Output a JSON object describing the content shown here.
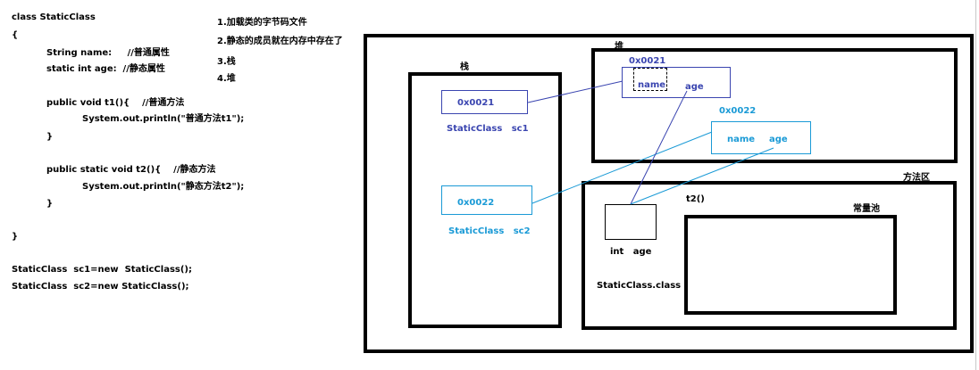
{
  "code": {
    "line1": "class StaticClass",
    "line2": "{",
    "line3": "String name:     //普通属性",
    "line4": "static int age:  //静态属性",
    "line5": "public void t1(){    //普通方法",
    "line6": "System.out.println(\"普通方法t1\");",
    "line7": "}",
    "line8": "public static void t2(){    //静态方法",
    "line9": "System.out.println(\"静态方法t2\");",
    "line10": "}",
    "line11": "}",
    "line12": "StaticClass  sc1=new  StaticClass();",
    "line13": "StaticClass  sc2=new StaticClass();"
  },
  "notes": {
    "n1": "1.加载类的字节码文件",
    "n2": "2.静态的成员就在内存中存在了",
    "n3": "3.栈",
    "n4": "4.堆"
  },
  "diagram": {
    "stack_label": "栈",
    "heap_label": "堆",
    "method_area_label": "方法区",
    "constant_pool_label": "常量池",
    "stack_ref1_value": "0x0021",
    "stack_ref1_name": "StaticClass   sc1",
    "stack_ref2_value": "0x0022",
    "stack_ref2_name": "StaticClass   sc2",
    "heap_obj1_addr": "0x0021",
    "heap_obj1_name": "name",
    "heap_obj1_age": "age",
    "heap_obj2_addr": "0x0022",
    "heap_obj2_name": "name",
    "heap_obj2_age": "age",
    "static_field_label": "int   age",
    "method_t2_label": "t2()",
    "class_file_label": "StaticClass.class"
  },
  "colors": {
    "obj1": "#3a45b0",
    "obj2": "#1a9ad6"
  }
}
